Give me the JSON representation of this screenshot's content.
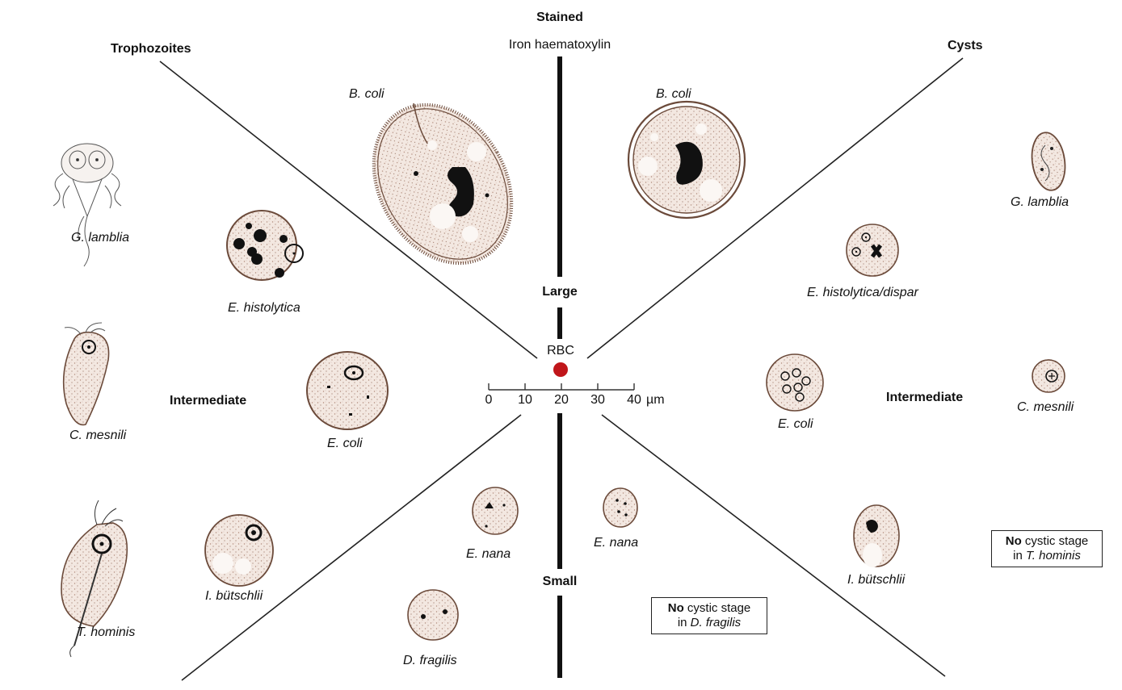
{
  "headings": {
    "stained": "Stained",
    "stain_method": "Iron haematoxylin",
    "trophozoites": "Trophozoites",
    "cysts": "Cysts",
    "large": "Large",
    "small": "Small",
    "intermediate_left": "Intermediate",
    "intermediate_right": "Intermediate",
    "rbc": "RBC"
  },
  "scale": {
    "ticks": [
      "0",
      "10",
      "20",
      "30",
      "40"
    ],
    "unit": "µm"
  },
  "trophozoites": {
    "b_coli": "B. coli",
    "g_lamblia": "G. lamblia",
    "e_histolytica": "E. histolytica",
    "c_mesnili": "C. mesnili",
    "e_coli": "E. coli",
    "t_hominis": "T. hominis",
    "i_butschlii": "I. bütschlii",
    "e_nana": "E. nana",
    "d_fragilis": "D. fragilis"
  },
  "cysts": {
    "b_coli": "B. coli",
    "g_lamblia": "G. lamblia",
    "e_histolytica_dispar": "E. histolytica/dispar",
    "e_coli": "E. coli",
    "c_mesnili": "C. mesnili",
    "e_nana": "E. nana",
    "i_butschlii": "I. bütschlii"
  },
  "notes": {
    "d_fragilis": {
      "bold": "No",
      "text": " cystic stage",
      "line2_prefix": "in ",
      "species": "D. fragilis"
    },
    "t_hominis": {
      "bold": "No",
      "text": " cystic stage",
      "line2_prefix": "in ",
      "species": "T. hominis"
    }
  },
  "colors": {
    "cytoplasm": "#efe3dc",
    "outline": "#6b4a3a",
    "rbc": "#c0161a",
    "ink": "#111111"
  }
}
